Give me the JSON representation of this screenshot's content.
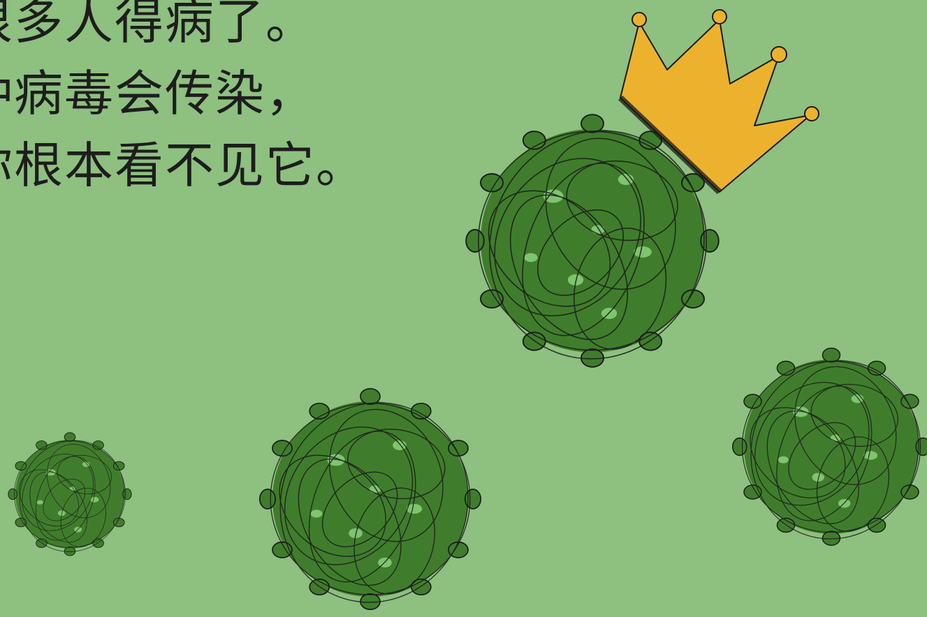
{
  "page": {
    "background_color": "#8ec080"
  },
  "story": {
    "lines": [
      "很多人得病了。",
      "种病毒会传染，",
      "你根本看不见它。"
    ]
  },
  "illustration": {
    "virus_fill_color": "#3f7d2c",
    "virus_spot_color": "#7fc46f",
    "scribble_color": "#1a1a1a",
    "crown_color": "#ecb22e",
    "icons": [
      "crowned-virus-icon",
      "crown-icon",
      "virus-icon"
    ]
  }
}
